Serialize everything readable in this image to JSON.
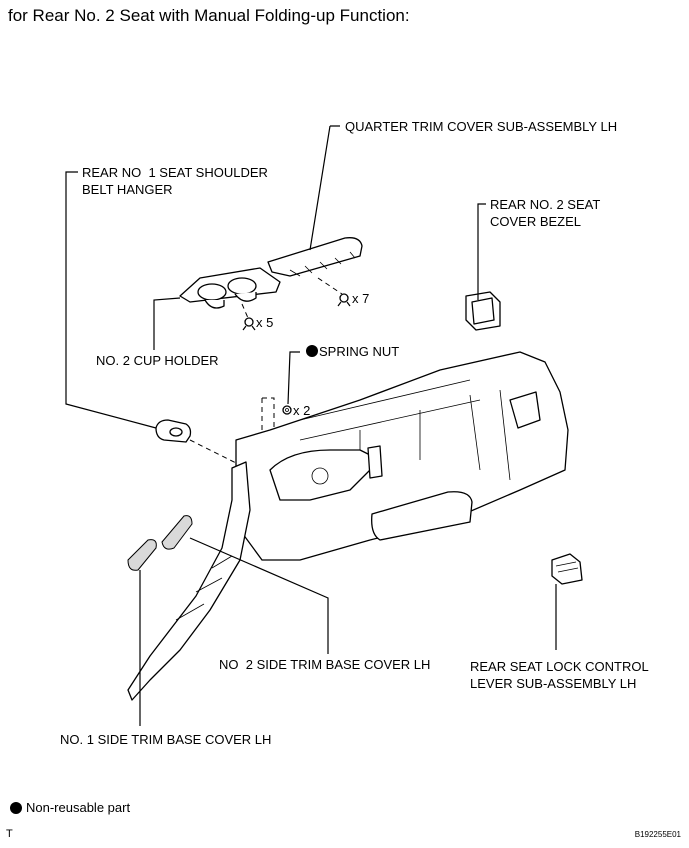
{
  "title": "for Rear No. 2 Seat with Manual Folding-up Function:",
  "labels": {
    "quarter_trim": "QUARTER TRIM COVER SUB-ASSEMBLY LH",
    "shoulder_belt_hanger": "REAR NO  1 SEAT SHOULDER\nBELT HANGER",
    "seat_cover_bezel": "REAR NO. 2 SEAT\nCOVER BEZEL",
    "clip_x7": "x 7",
    "clip_x5": "x 5",
    "cup_holder": "NO. 2 CUP HOLDER",
    "spring_nut": "SPRING NUT",
    "nut_x2": "x 2",
    "side_trim_2": "NO  2 SIDE TRIM BASE COVER LH",
    "seat_lock_lever": "REAR SEAT LOCK CONTROL\nLEVER SUB-ASSEMBLY LH",
    "side_trim_1": "NO. 1 SIDE TRIM BASE COVER LH"
  },
  "legend": {
    "non_reusable": "Non-reusable part"
  },
  "footer": {
    "left_mark": "T",
    "code": "B192255E01"
  }
}
